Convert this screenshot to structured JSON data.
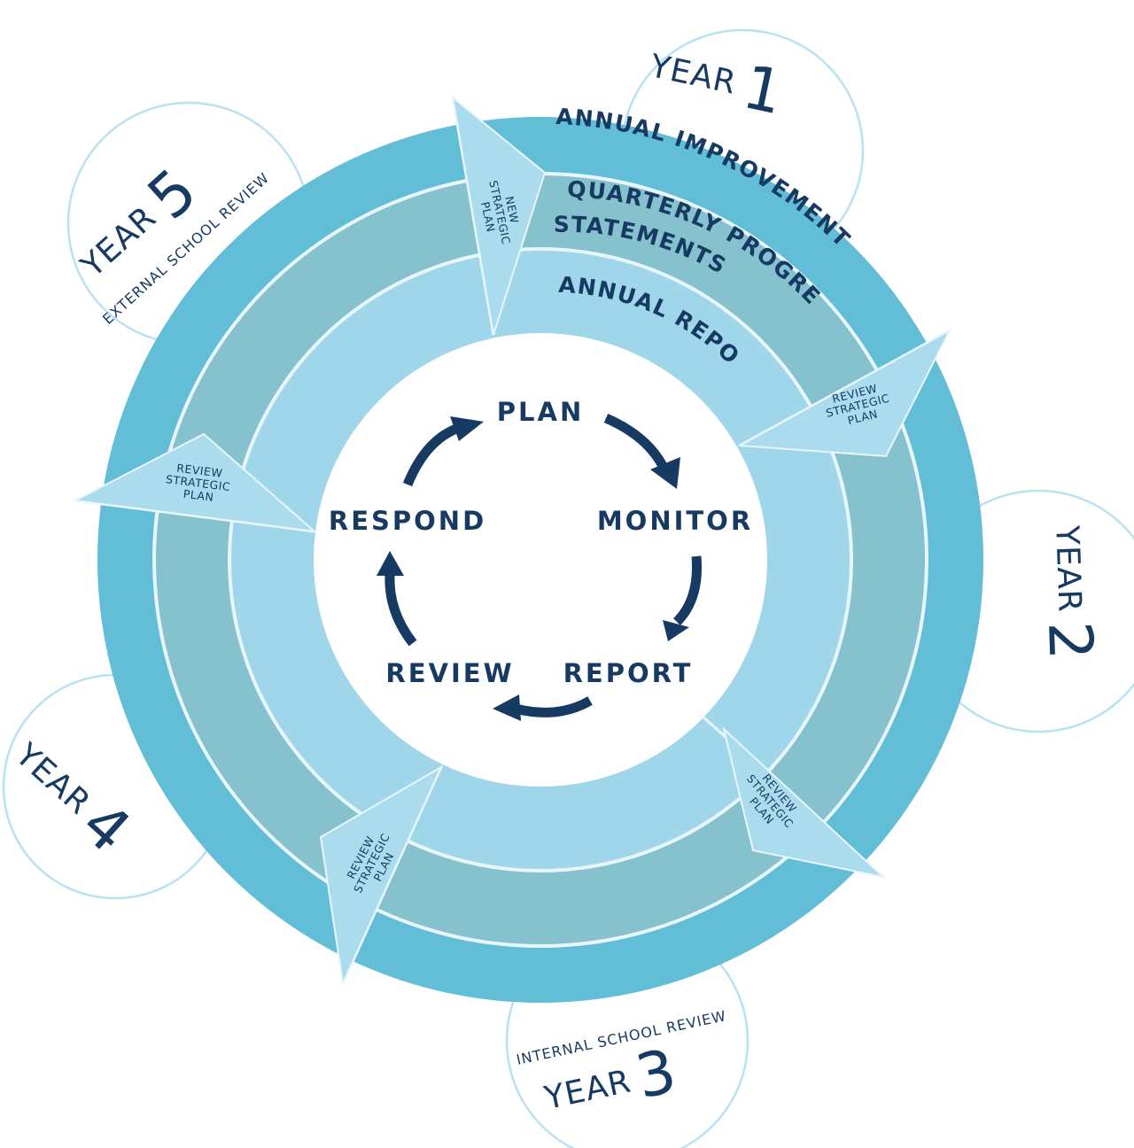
{
  "rings": {
    "outer_label": "ANNUAL IMPROVEMENT PLAN",
    "middle_label_line1": "QUARTERLY PROGRESS",
    "middle_label_line2": "STATEMENTS",
    "inner_label": "ANNUAL REPORT"
  },
  "cycle": {
    "plan": "PLAN",
    "monitor": "MONITOR",
    "report": "REPORT",
    "review": "REVIEW",
    "respond": "RESPOND"
  },
  "markers": [
    {
      "line1": "NEW",
      "line2": "STRATEGIC",
      "line3": "PLAN"
    },
    {
      "line1": "REVIEW",
      "line2": "STRATEGIC",
      "line3": "PLAN"
    },
    {
      "line1": "REVIEW",
      "line2": "STRATEGIC",
      "line3": "PLAN"
    },
    {
      "line1": "REVIEW",
      "line2": "STRATEGIC",
      "line3": "PLAN"
    },
    {
      "line1": "REVIEW",
      "line2": "STRATEGIC",
      "line3": "PLAN"
    }
  ],
  "years": [
    {
      "word": "YEAR",
      "number": "1",
      "sub": ""
    },
    {
      "word": "YEAR",
      "number": "2",
      "sub": ""
    },
    {
      "word": "YEAR",
      "number": "3",
      "sub": "INTERNAL SCHOOL REVIEW"
    },
    {
      "word": "YEAR",
      "number": "4",
      "sub": ""
    },
    {
      "word": "YEAR",
      "number": "5",
      "sub": "EXTERNAL SCHOOL REVIEW"
    }
  ],
  "colors": {
    "outer_ring": "#62bdd6",
    "middle_ring": "#86c2cd",
    "inner_ring": "#9fd6ea",
    "divider": "#e8f6fb",
    "year_bubble_stroke": "#b9e2f0",
    "text": "#173a63",
    "arrow": "#173a63"
  }
}
